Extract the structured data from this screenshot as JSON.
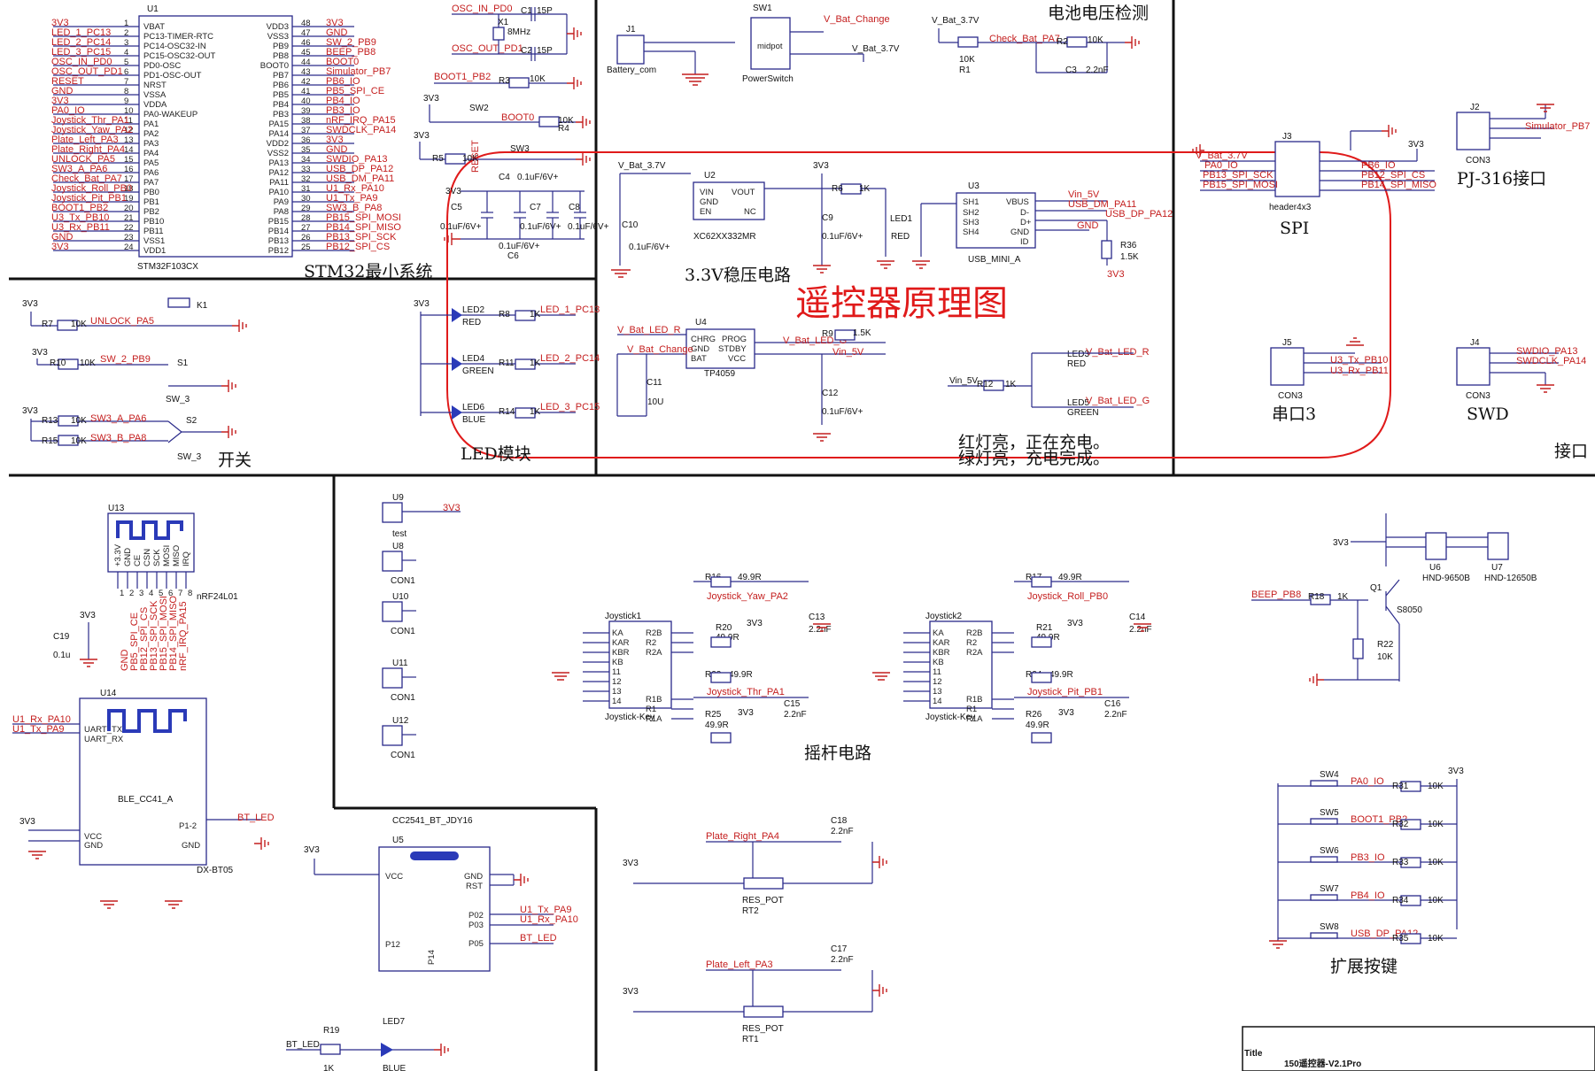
{
  "main_title": "遥控器原理图",
  "sections": {
    "mcu": "STM32最小系统",
    "battery_detect": "电池电压检测",
    "ldo": "3.3V稳压电路",
    "spi": "SPI",
    "pj316": "PJ-316接口",
    "uart3": "串口3",
    "swd": "SWD",
    "interface": "接口",
    "switch": "开关",
    "led": "LED模块",
    "joystick": "摇杆电路",
    "ext_keys": "扩展按键"
  },
  "charge_note": [
    "红灯亮，正在充电。",
    "绿灯亮，充电完成。"
  ],
  "mcu": {
    "ref": "U1",
    "part": "STM32F103CX",
    "left_pins": [
      {
        "num": "1",
        "name": "VBAT",
        "net": "3V3"
      },
      {
        "num": "2",
        "name": "PC13-TIMER-RTC",
        "net": "LED_1_PC13"
      },
      {
        "num": "3",
        "name": "PC14-OSC32-IN",
        "net": "LED_2_PC14"
      },
      {
        "num": "4",
        "name": "PC15-OSC32-OUT",
        "net": "LED_3_PC15"
      },
      {
        "num": "5",
        "name": "PD0-OSC",
        "net": "OSC_IN_PD0"
      },
      {
        "num": "6",
        "name": "PD1-OSC-OUT",
        "net": "OSC_OUT_PD1"
      },
      {
        "num": "7",
        "name": "NRST",
        "net": "RESET"
      },
      {
        "num": "8",
        "name": "VSSA",
        "net": "GND"
      },
      {
        "num": "9",
        "name": "VDDA",
        "net": "3V3"
      },
      {
        "num": "10",
        "name": "PA0-WAKEUP",
        "net": "PA0_IO"
      },
      {
        "num": "11",
        "name": "PA1",
        "net": "Joystick_Thr_PA1"
      },
      {
        "num": "12",
        "name": "PA2",
        "net": "Joystick_Yaw_PA2"
      },
      {
        "num": "13",
        "name": "PA3",
        "net": "Plate_Left_PA3"
      },
      {
        "num": "14",
        "name": "PA4",
        "net": "Plate_Right_PA4"
      },
      {
        "num": "15",
        "name": "PA5",
        "net": "UNLOCK_PA5"
      },
      {
        "num": "16",
        "name": "PA6",
        "net": "SW3_A_PA6"
      },
      {
        "num": "17",
        "name": "PA7",
        "net": "Check_Bat_PA7"
      },
      {
        "num": "18",
        "name": "PB0",
        "net": "Joystick_Roll_PB0"
      },
      {
        "num": "19",
        "name": "PB1",
        "net": "Joystick_Pit_PB1"
      },
      {
        "num": "20",
        "name": "PB2",
        "net": "BOOT1_PB2"
      },
      {
        "num": "21",
        "name": "PB10",
        "net": "U3_Tx_PB10"
      },
      {
        "num": "22",
        "name": "PB11",
        "net": "U3_Rx_PB11"
      },
      {
        "num": "23",
        "name": "VSS1",
        "net": "GND"
      },
      {
        "num": "24",
        "name": "VDD1",
        "net": "3V3"
      }
    ],
    "right_pins": [
      {
        "num": "48",
        "name": "VDD3",
        "net": "3V3"
      },
      {
        "num": "47",
        "name": "VSS3",
        "net": "GND"
      },
      {
        "num": "46",
        "name": "PB9",
        "net": "SW_2_PB9"
      },
      {
        "num": "45",
        "name": "PB8",
        "net": "BEEP_PB8"
      },
      {
        "num": "44",
        "name": "BOOT0",
        "net": "BOOT0"
      },
      {
        "num": "43",
        "name": "PB7",
        "net": "Simulator_PB7"
      },
      {
        "num": "42",
        "name": "PB6",
        "net": "PB6_IO"
      },
      {
        "num": "41",
        "name": "PB5",
        "net": "PB5_SPI_CE"
      },
      {
        "num": "40",
        "name": "PB4",
        "net": "PB4_IO"
      },
      {
        "num": "39",
        "name": "PB3",
        "net": "PB3_IO"
      },
      {
        "num": "38",
        "name": "PA15",
        "net": "nRF_IRQ_PA15"
      },
      {
        "num": "37",
        "name": "PA14",
        "net": "SWDCLK_PA14"
      },
      {
        "num": "36",
        "name": "VDD2",
        "net": "3V3"
      },
      {
        "num": "35",
        "name": "VSS2",
        "net": "GND"
      },
      {
        "num": "34",
        "name": "PA13",
        "net": "SWDIO_PA13"
      },
      {
        "num": "33",
        "name": "PA12",
        "net": "USB_DP_PA12"
      },
      {
        "num": "32",
        "name": "PA11",
        "net": "USB_DM_PA11"
      },
      {
        "num": "31",
        "name": "PA10",
        "net": "U1_Rx_PA10"
      },
      {
        "num": "30",
        "name": "PA9",
        "net": "U1_Tx_PA9"
      },
      {
        "num": "29",
        "name": "PA8",
        "net": "SW3_B_PA8"
      },
      {
        "num": "28",
        "name": "PB15",
        "net": "PB15_SPI_MOSI"
      },
      {
        "num": "27",
        "name": "PB14",
        "net": "PB14_SPI_MISO"
      },
      {
        "num": "26",
        "name": "PB13",
        "net": "PB13_SPI_SCK"
      },
      {
        "num": "25",
        "name": "PB12",
        "net": "PB12_SPI_CS"
      }
    ]
  },
  "osc": {
    "nets": [
      "OSC_IN_PD0",
      "OSC_OUT_PD1"
    ],
    "crystal": "X1",
    "freq": "8MHz",
    "caps": [
      {
        "ref": "C1",
        "val": "15P"
      },
      {
        "ref": "C2",
        "val": "15P"
      }
    ]
  },
  "boot": {
    "net_b1": "BOOT1_PB2",
    "r3": "R3",
    "r3v": "10K",
    "sw2": "SW2",
    "boot0": "BOOT0",
    "r4": "R4",
    "r4v": "10K",
    "r5": "R5",
    "r5v": "10K",
    "reset": "RESET",
    "sw3": "SW3",
    "v3": "3V3"
  },
  "decoupling": {
    "v": "3V3",
    "c4": "C4",
    "c4v": "0.1uF/6V+",
    "c5": "C5",
    "c5v": "0.1uF/6V+",
    "c6": "C6",
    "c6v": "0.1uF/6V+",
    "c7": "C7",
    "c7v": "0.1uF/6V+",
    "c8": "C8",
    "c8v": "0.1uF/6V+"
  },
  "power_switch": {
    "j1": "J1",
    "j1name": "Battery_com",
    "sw1": "SW1",
    "sw1name": "PowerSwitch",
    "mid": "midpot",
    "net_charge": "V_Bat_Change",
    "net_bat": "V_Bat_3.7V"
  },
  "battery_detect": {
    "vbat": "V_Bat_3.7V",
    "r1": "R1",
    "r1v": "10K",
    "net": "Check_Bat_PA7",
    "r2": "R2",
    "r2v": "10K",
    "c3": "C3",
    "c3v": "2.2nF"
  },
  "ldo": {
    "vbat": "V_Bat_3.7V",
    "u2": "U2",
    "u2part": "XC62XX332MR",
    "pins_l": [
      "VIN",
      "GND",
      "EN"
    ],
    "pins_r": [
      "VOUT",
      "NC"
    ],
    "c10": "C10",
    "c10v": "0.1uF/6V+",
    "v3": "3V3",
    "c9": "C9",
    "c9v": "0.1uF/6V+",
    "r6": "R6",
    "r6v": "1K",
    "led1": "LED1",
    "led1c": "RED"
  },
  "usb": {
    "u3": "U3",
    "part": "USB_MINI_A",
    "shield": [
      "SH1",
      "SH2",
      "SH3",
      "SH4"
    ],
    "pins": [
      "VBUS",
      "D-",
      "D+",
      "GND",
      "ID"
    ],
    "nets": [
      "Vin_5V",
      "USB_DM_PA11",
      "USB_DP_PA12",
      "GND"
    ],
    "r36": "R36",
    "r36v": "1.5K",
    "v3": "3V3"
  },
  "charger": {
    "u4": "U4",
    "part": "TP4059",
    "pins_l": [
      "CHRG",
      "GND",
      "BAT"
    ],
    "pins_r": [
      "PROG",
      "STDBY",
      "VCC"
    ],
    "nets": [
      "V_Bat_LED_R",
      "V_Bat_Change",
      "V_Bat_LED_G",
      "Vin_5V"
    ],
    "r9": "R9",
    "r9v": "1.5K",
    "c11": "C11",
    "c11v": "10U",
    "c12": "C12",
    "c12v": "0.1uF/6V+",
    "led3": "LED3",
    "led3c": "RED",
    "led5": "LED5",
    "led5c": "GREEN",
    "r12": "R12",
    "r12v": "1K"
  },
  "spi_header": {
    "j3": "J3",
    "part": "header4x3",
    "left_nets": [
      "V_Bat_3.7V",
      "PA0_IO",
      "PB13_SPI_SCK",
      "PB15_SPI_MOSI"
    ],
    "right_nets": [
      "PB6_IO",
      "PB12_SPI_CS",
      "PB14_SPI_MISO"
    ],
    "v3": "3V3"
  },
  "connectors": {
    "j2": "J2",
    "j2net": "Simulator_PB7",
    "j5": "J5",
    "j5nets": [
      "U3_Tx_PB10",
      "U3_Rx_PB11"
    ],
    "j4": "J4",
    "j4nets": [
      "SWDIO_PA13",
      "SWDCLK_PA14"
    ],
    "con3": "CON3"
  },
  "switches": {
    "v3": "3V3",
    "r7": "R7",
    "r7v": "10K",
    "unlock": "UNLOCK_PA5",
    "k1": "K1",
    "r10": "R10",
    "r10v": "10K",
    "sw2net": "SW_2_PB9",
    "s1": "S1",
    "sw3part": "SW_3",
    "r13": "R13",
    "r13v": "10K",
    "sw3a": "SW3_A_PA6",
    "r15": "R15",
    "r15v": "10K",
    "sw3b": "SW3_B_PA8",
    "s2": "S2"
  },
  "leds": {
    "v3": "3V3",
    "items": [
      {
        "ref": "LED2",
        "color": "RED",
        "r": "R8",
        "rv": "1K",
        "net": "LED_1_PC13"
      },
      {
        "ref": "LED4",
        "color": "GREEN",
        "r": "R11",
        "rv": "1K",
        "net": "LED_2_PC14"
      },
      {
        "ref": "LED6",
        "color": "BLUE",
        "r": "R14",
        "rv": "1K",
        "net": "LED_3_PC15"
      }
    ]
  },
  "nrf": {
    "u13": "U13",
    "part": "nRF24L01",
    "pins": [
      "+3.3V",
      "GND",
      "CE",
      "CSN",
      "SCK",
      "MOSI",
      "MISO",
      "IRQ"
    ],
    "nets": [
      "GND",
      "PB5_SPI_CE",
      "PB12_SPI_CS",
      "PB13_SPI_SCK",
      "PB15_SPI_MOSI",
      "PB14_SPI_MISO",
      "nRF_IRQ_PA15"
    ],
    "c19": "C19",
    "c19v": "0.1u",
    "v3": "3V3"
  },
  "ble": {
    "u14": "U14",
    "part": "DX-BT05",
    "name": "BLE_CC41_A",
    "nets": [
      "U1_Rx_PA10",
      "U1_Tx_PA9",
      "BT_LED"
    ],
    "pins": [
      "UART_TX",
      "UART_RX",
      "VCC",
      "GND",
      "P1-2",
      "GND"
    ],
    "v3": "3V3"
  },
  "test_pads": {
    "u9": "U9",
    "u9name": "test",
    "net": "3V3",
    "others": [
      {
        "ref": "U8"
      },
      {
        "ref": "U10"
      },
      {
        "ref": "U11"
      },
      {
        "ref": "U12"
      }
    ],
    "con1": "CON1"
  },
  "jdy": {
    "title": "CC2541_BT_JDY16",
    "u5": "U5",
    "pins_l": [
      "VCC",
      "P12"
    ],
    "pins_r": [
      "GND",
      "RST",
      "P02",
      "P03",
      "P05"
    ],
    "p14": "P14",
    "nets": [
      "U1_Tx_PA9",
      "U1_Rx_PA10",
      "BT_LED"
    ],
    "r19": "R19",
    "r19v": "1K",
    "led7": "LED7",
    "led7c": "BLUE",
    "btled": "BT_LED",
    "v3": "3V3"
  },
  "joysticks": [
    {
      "ref": "Joystick1",
      "net_a": "Joystick_Yaw_PA2",
      "net_b": "Joystick_Thr_PA1",
      "ra": "R16",
      "rav": "49.9R",
      "rb": "R20",
      "rbv": "49.9R",
      "rc": "R23",
      "rcv": "49.9R",
      "rd": "R25",
      "rdv": "49.9R",
      "ca": "C13",
      "cav": "2.2nF",
      "cb": "C15",
      "cbv": "2.2nF"
    },
    {
      "ref": "Joystick2",
      "net_a": "Joystick_Roll_PB0",
      "net_b": "Joystick_Pit_PB1",
      "ra": "R17",
      "rav": "49.9R",
      "rb": "R21",
      "rbv": "49.9R",
      "rc": "R24",
      "rcv": "49.9R",
      "rd": "R26",
      "rdv": "49.9R",
      "ca": "C14",
      "cav": "2.2nF",
      "cb": "C16",
      "cbv": "2.2nF"
    }
  ],
  "joystick_part": "Joystick-Key",
  "joystick_pins_l": [
    "KA",
    "KAR",
    "KBR",
    "KB",
    "",
    "",
    "",
    ""
  ],
  "pots": [
    {
      "net": "Plate_Right_PA4",
      "ref": "RT2",
      "part": "RES_POT",
      "c": "C18",
      "cv": "2.2nF"
    },
    {
      "net": "Plate_Left_PA3",
      "ref": "RT1",
      "part": "RES_POT",
      "c": "C17",
      "cv": "2.2nF"
    }
  ],
  "buzzer": {
    "net": "BEEP_PB8",
    "r18": "R18",
    "r18v": "1K",
    "q1": "Q1",
    "q1part": "S8050",
    "r22": "R22",
    "r22v": "10K",
    "u6": "U6",
    "u6part": "HND-9650B",
    "u7": "U7",
    "u7part": "HND-12650B",
    "v3": "3V3"
  },
  "ext_keys": {
    "v3": "3V3",
    "items": [
      {
        "sw": "SW4",
        "net": "PA0_IO",
        "r": "R31",
        "rv": "10K"
      },
      {
        "sw": "SW5",
        "net": "BOOT1_PB2",
        "r": "R32",
        "rv": "10K"
      },
      {
        "sw": "SW6",
        "net": "PB3_IO",
        "r": "R33",
        "rv": "10K"
      },
      {
        "sw": "SW7",
        "net": "PB4_IO",
        "r": "R34",
        "rv": "10K"
      },
      {
        "sw": "SW8",
        "net": "USB_DP_PA12",
        "r": "R35",
        "rv": "10K"
      }
    ]
  },
  "titleblock": {
    "label": "Title",
    "value": "150遥控器-V2.1Pro"
  },
  "colors": {
    "wire": "#2a2a8a",
    "net": "#c41e1e",
    "title_red": "#e01a1a",
    "junction": "#c71fc7"
  }
}
